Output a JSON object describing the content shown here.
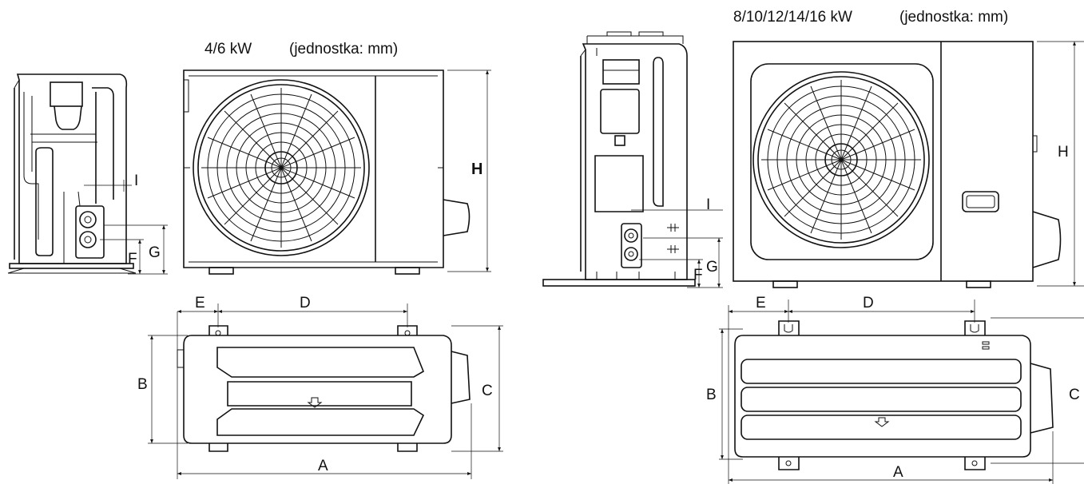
{
  "left_unit": {
    "title": "4/6 kW",
    "unit_label": "(jednostka: mm)",
    "dims": {
      "A": "A",
      "B": "B",
      "C": "C",
      "D": "D",
      "E": "E",
      "F": "F",
      "G": "G",
      "H": "H",
      "I": "I"
    }
  },
  "right_unit": {
    "title": "8/10/12/14/16 kW",
    "unit_label": "(jednostka: mm)",
    "dims": {
      "A": "A",
      "B": "B",
      "C": "C",
      "D": "D",
      "E": "E",
      "F": "F",
      "G": "G",
      "H": "H",
      "I": "I"
    }
  }
}
